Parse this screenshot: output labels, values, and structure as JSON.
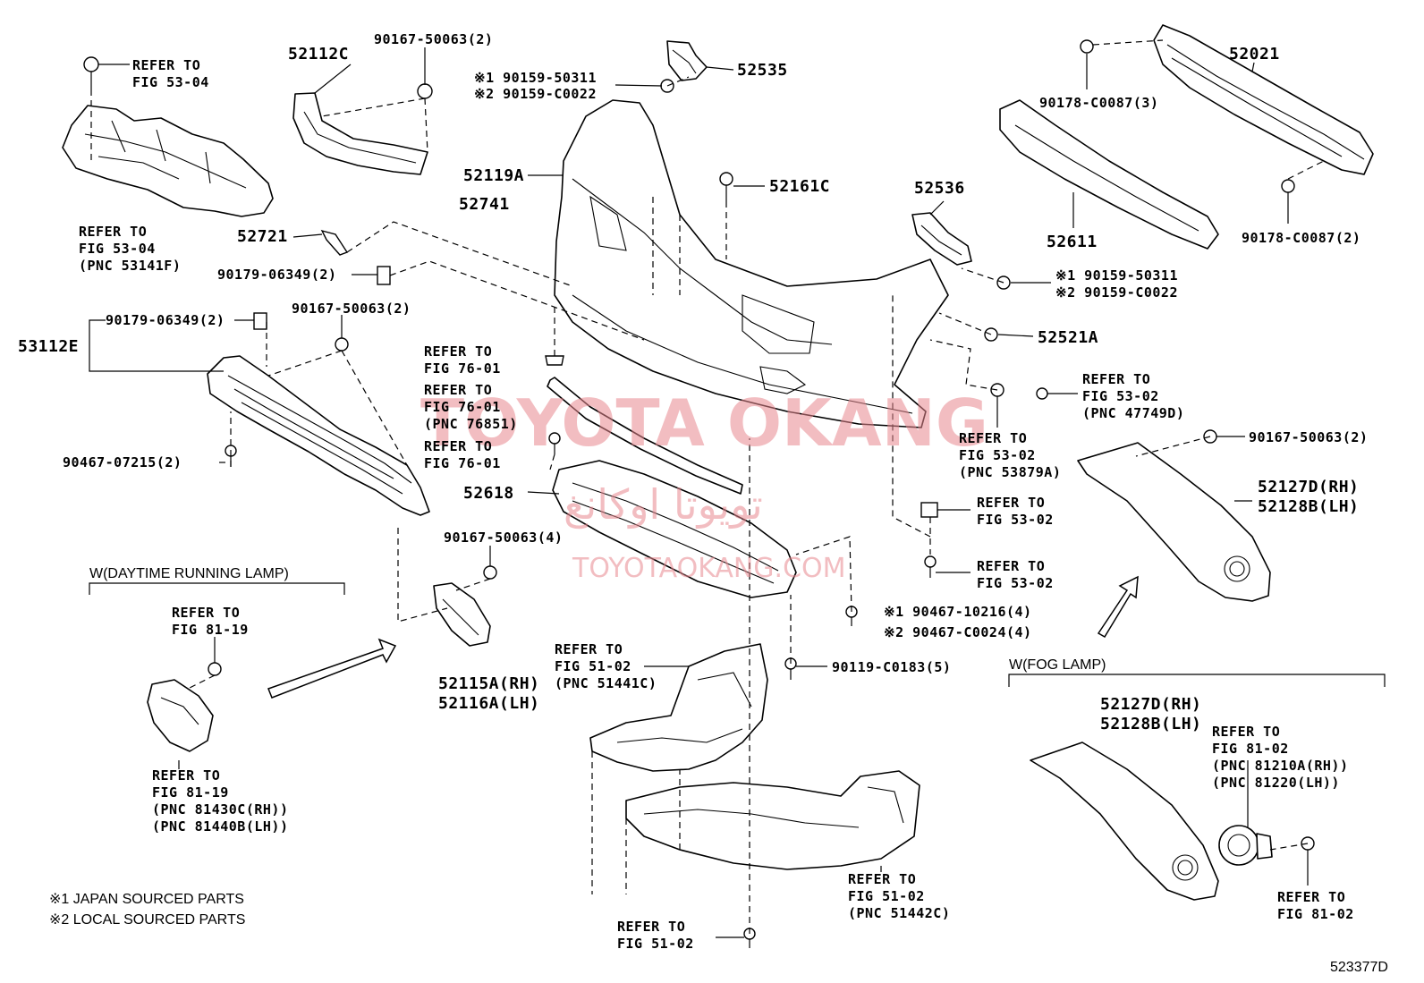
{
  "watermark": {
    "main": "TOYOTA OKANG",
    "arabic": "تويوتا اوكانغ",
    "sub": "TOYOTAOKANG.COM",
    "color": "#e8888f"
  },
  "labels": {
    "refer_53_04_top": [
      "REFER TO",
      "FIG 53-04"
    ],
    "refer_53_04_bottom": [
      "REFER TO",
      "FIG 53-04",
      "(PNC 53141F)"
    ],
    "p52112c": "52112C",
    "p90167_50063_2_top": "90167-50063(2)",
    "p90159_50311_top": "※1 90159-50311",
    "p90159_c0022_top": "※2 90159-C0022",
    "p52535": "52535",
    "p52021": "52021",
    "p90178_c0087_3": "90178-C0087(3)",
    "p52611": "52611",
    "p90178_c0087_2": "90178-C0087(2)",
    "p52119a": "52119A",
    "p52741": "52741",
    "p52161c": "52161C",
    "p52536": "52536",
    "p52721": "52721",
    "p90179_06349_2_a": "90179-06349(2)",
    "p90159_50311_mid": "※1 90159-50311",
    "p90159_c0022_mid": "※2 90159-C0022",
    "p53112e": "53112E",
    "p90179_06349_2_b": "90179-06349(2)",
    "p90167_50063_2_mid": "90167-50063(2)",
    "p52521a": "52521A",
    "refer_76_01_a": [
      "REFER TO",
      "FIG 76-01"
    ],
    "refer_76_01_b": [
      "REFER TO",
      "FIG 76-01",
      "(PNC 76851)"
    ],
    "refer_76_01_c": [
      "REFER TO",
      "FIG 76-01"
    ],
    "refer_53_02_a": [
      "REFER TO",
      "FIG 53-02",
      "(PNC 47749D)"
    ],
    "refer_53_02_b": [
      "REFER TO",
      "FIG 53-02",
      "(PNC 53879A)"
    ],
    "p90167_50063_2_right": "90167-50063(2)",
    "p90467_07215_2": "90467-07215(2)",
    "p52618": "52618",
    "p52127d_a": "52127D(RH)",
    "p52128b_a": "52128B(LH)",
    "refer_53_02_c": [
      "REFER TO",
      "FIG 53-02"
    ],
    "refer_53_02_d": [
      "REFER TO",
      "FIG 53-02"
    ],
    "p90167_50063_4": "90167-50063(4)",
    "drl_header": "W(DAYTIME RUNNING LAMP)",
    "refer_81_19_top": [
      "REFER TO",
      "FIG 81-19"
    ],
    "p90467_10216": "※1 90467-10216(4)",
    "p90467_c0024": "※2 90467-C0024(4)",
    "refer_51_02_a": [
      "REFER TO",
      "FIG 51-02",
      "(PNC 51441C)"
    ],
    "p90119_c0183": "90119-C0183(5)",
    "fog_header": "W(FOG LAMP)",
    "p52115a": "52115A(RH)",
    "p52116a": "52116A(LH)",
    "p52127d_b": "52127D(RH)",
    "p52128b_b": "52128B(LH)",
    "refer_81_02_a": [
      "REFER TO",
      "FIG 81-02",
      "(PNC 81210A(RH))",
      "(PNC 81220(LH))"
    ],
    "refer_81_19_bottom": [
      "REFER TO",
      "FIG 81-19",
      "(PNC 81430C(RH))",
      "(PNC 81440B(LH))"
    ],
    "refer_51_02_b": [
      "REFER TO",
      "FIG 51-02",
      "(PNC 51442C)"
    ],
    "refer_81_02_b": [
      "REFER TO",
      "FIG 81-02"
    ],
    "refer_51_02_c": [
      "REFER TO",
      "FIG 51-02"
    ],
    "note1": "※1 JAPAN SOURCED PARTS",
    "note2": "※2 LOCAL SOURCED PARTS",
    "diagram_id": "523377D"
  }
}
